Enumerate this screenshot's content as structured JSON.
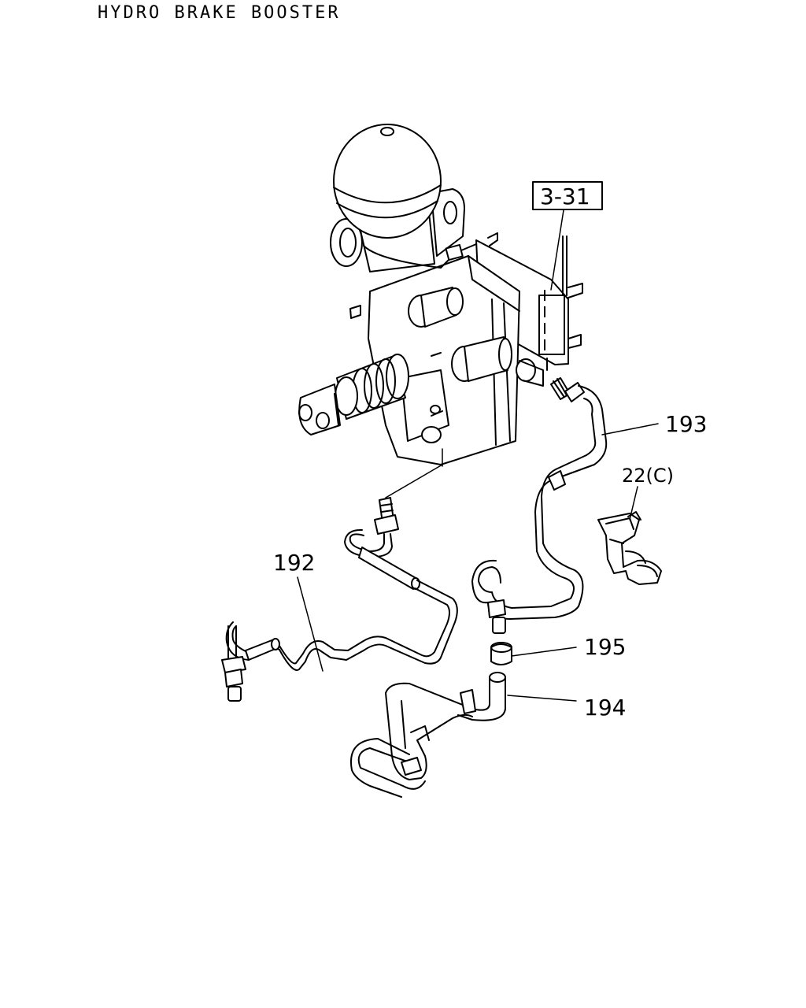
{
  "title": "HYDRO BRAKE BOOSTER",
  "ref_box_label": "3-31",
  "callouts": {
    "part_193": "193",
    "part_22c": "22(C)",
    "part_192": "192",
    "part_195": "195",
    "part_194": "194"
  },
  "colors": {
    "line": "#000000",
    "background": "#ffffff"
  }
}
